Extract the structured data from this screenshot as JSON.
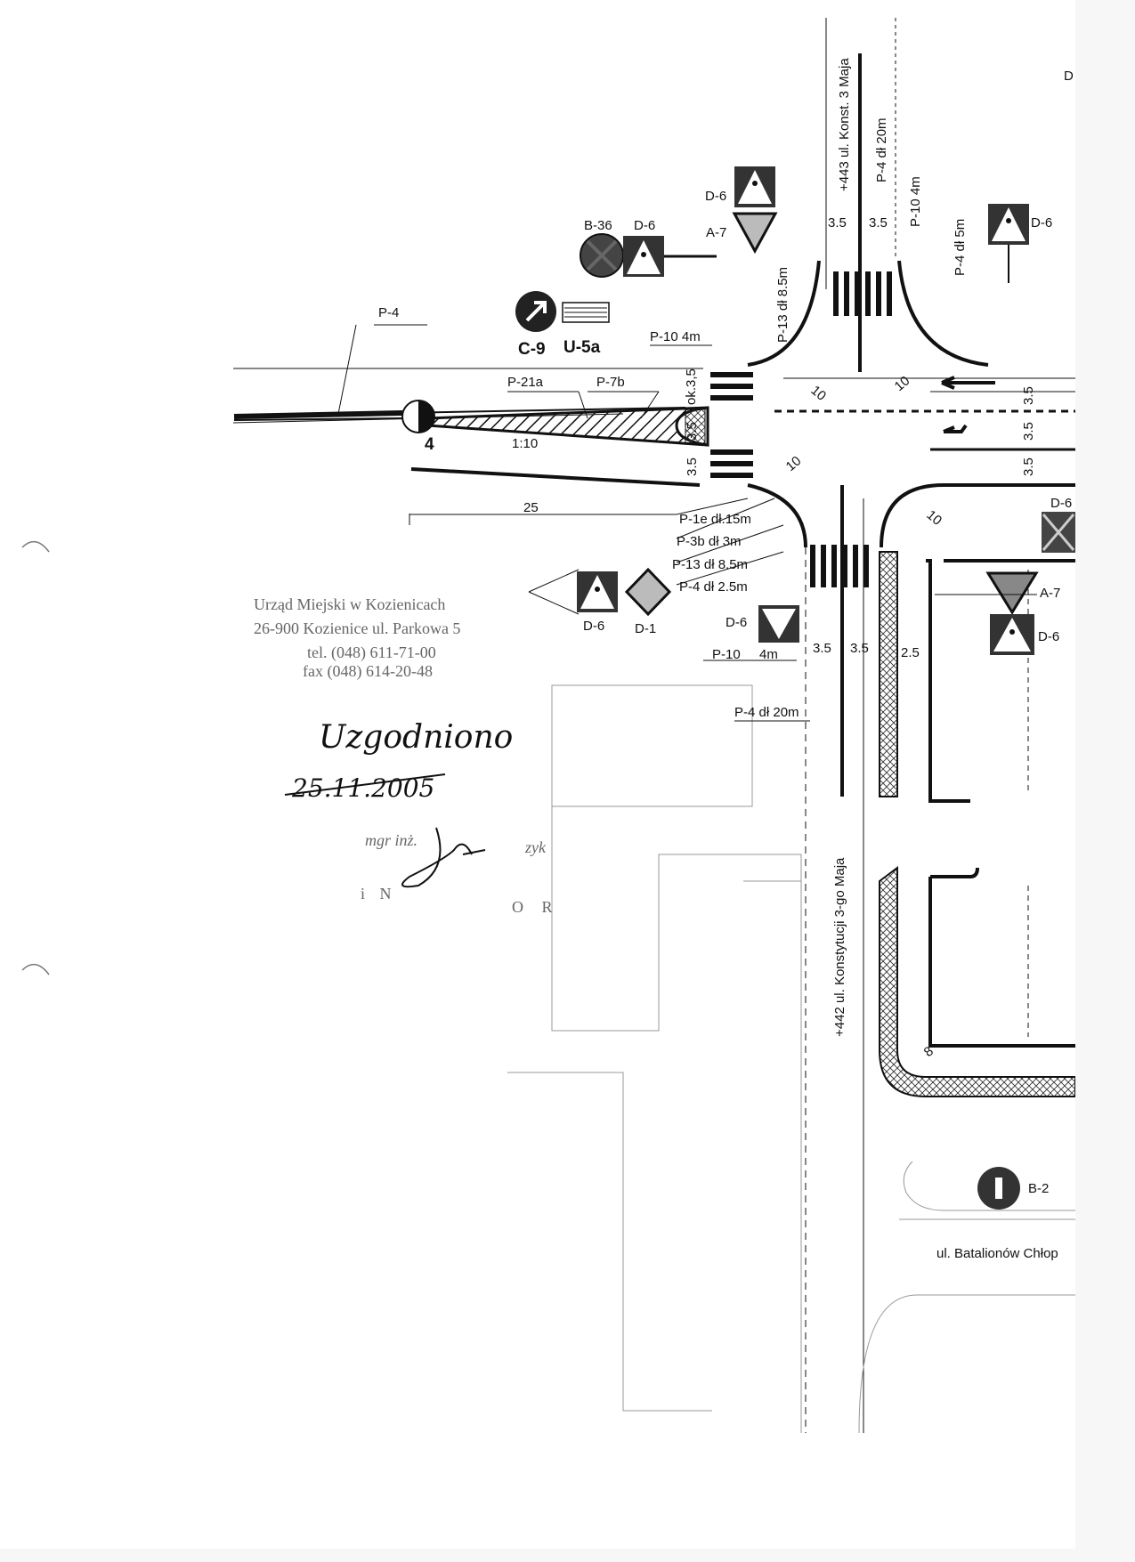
{
  "streets": {
    "north": "+443 ul. Konst. 3 Maja",
    "south": "+442 ul. Konstytucji 3-go Maja",
    "east": "ul. Batalionów Chłop"
  },
  "signs": {
    "b36": "B-36",
    "d6": "D-6",
    "a7": "A-7",
    "c9": "C-9",
    "u5a": "U-5a",
    "d1": "D-1",
    "b2": "B-2"
  },
  "markings": {
    "p4": "P-4",
    "p21a": "P-21a",
    "p7b": "P-7b",
    "ratio": "1:10",
    "node": "4",
    "p10_4m": "P-10 4m",
    "p13_85": "P-13 dł 8.5m",
    "p4_20": "P-4 dł 20m",
    "p10_4m_v": "P-10  4m",
    "p4_5m": "P-4 dł 5m",
    "p1e": "P-1e dł.15m",
    "p3b": "P-3b dł 3m",
    "p13_85_b": "P-13 dł 8.5m",
    "p4_25": "P-4 dł 2.5m",
    "p10_b": "P-10",
    "p10_b_len": "4m",
    "p4_20_b": "P-4 dł 20m"
  },
  "dimensions": {
    "w35": "3.5",
    "ok35": "ok.3,5",
    "w25": "2.5",
    "len25": "25",
    "r10": "10",
    "r8": "8",
    "letter_d": "D"
  },
  "stamp": {
    "line1": "Urząd Miejski w Kozienicach",
    "line2": "26-900 Kozienice ul. Parkowa 5",
    "line3": "tel. (048) 611-71-00",
    "line4": "fax (048) 614-20-48",
    "signature": "Uzgodniono",
    "date": "25.11.2005",
    "title": "mgr inż.",
    "initial": "i N",
    "suffix": "O R",
    "suffix2": "zyk"
  }
}
